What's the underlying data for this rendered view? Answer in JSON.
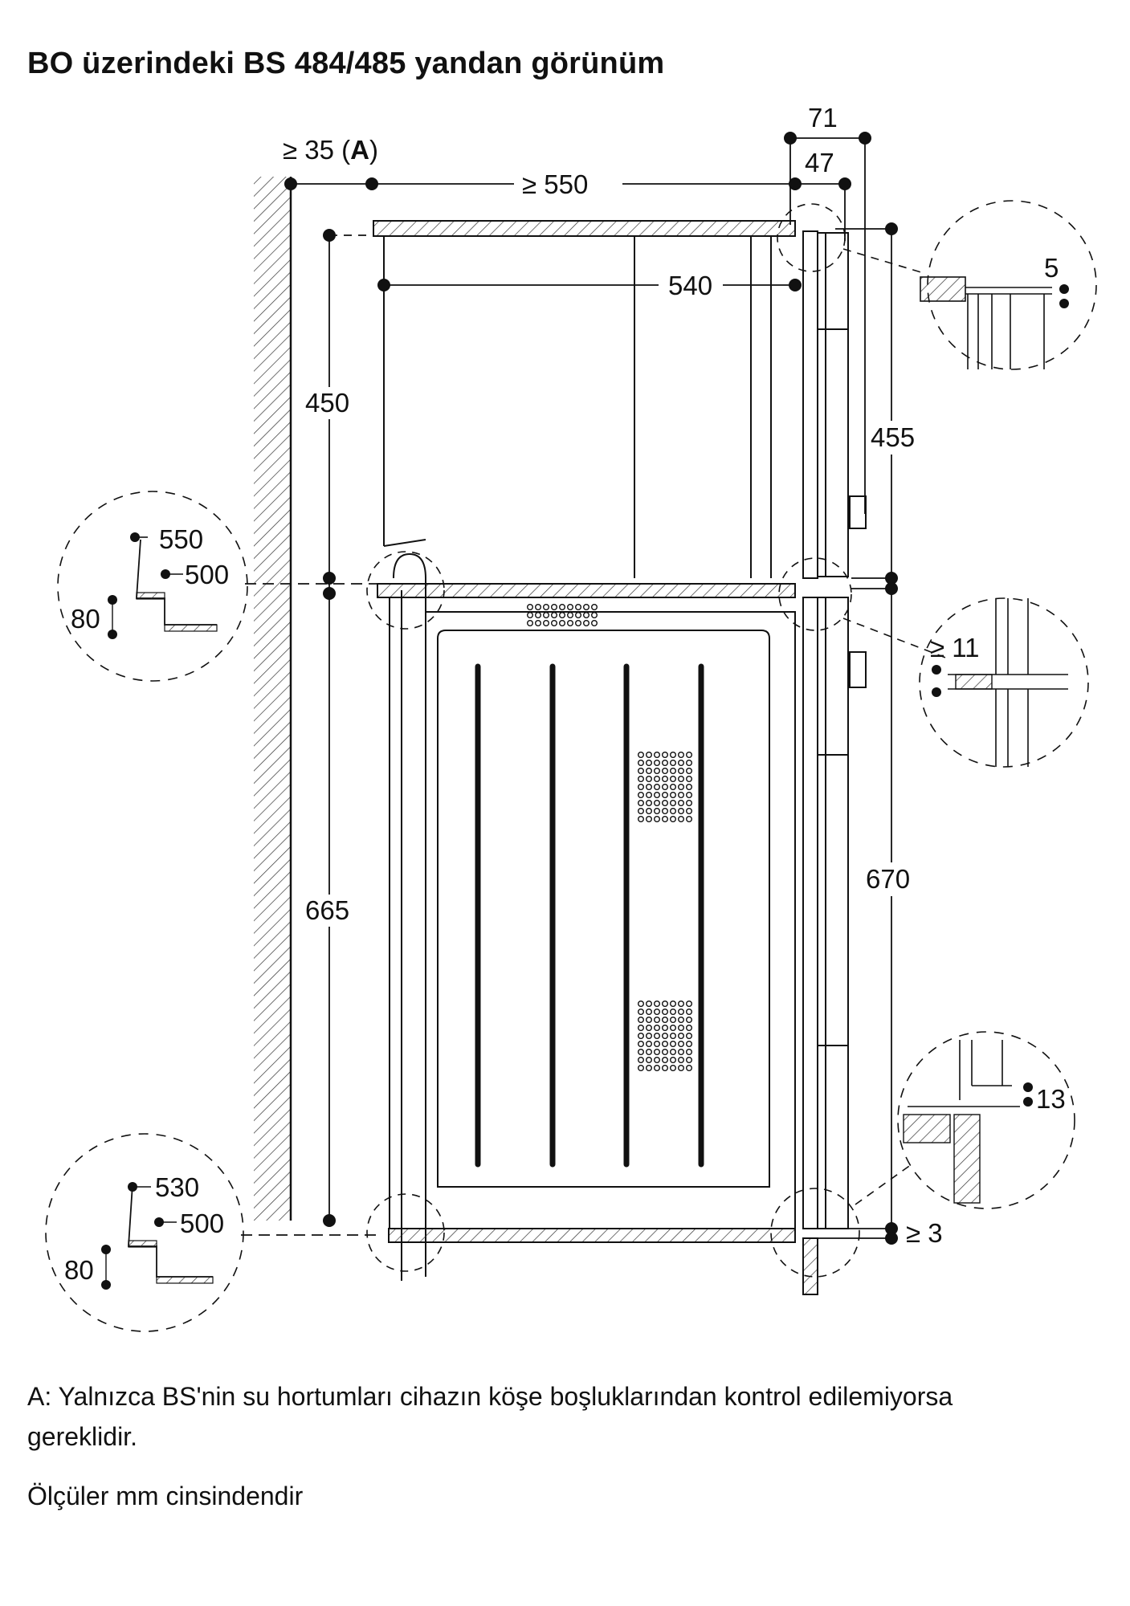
{
  "title": "BO üzerindeki BS 484/485 yandan görünüm",
  "dimensions": {
    "clearance_a": "≥ 35 (",
    "clearance_a_letter": "A",
    "clearance_a_close": ")",
    "depth_min": "≥ 550",
    "depth_540": "540",
    "top_71": "71",
    "top_47": "47",
    "height_450": "450",
    "height_665": "665",
    "height_455": "455",
    "height_670": "670",
    "gap_min_3": "≥ 3"
  },
  "detail_top_right": {
    "gap": "5"
  },
  "detail_mid_right": {
    "gap_min": "≥ 11"
  },
  "detail_low_right": {
    "offset": "13"
  },
  "detail_upper_left": {
    "depth_a": "550",
    "depth_b": "500",
    "step": "80"
  },
  "detail_lower_left": {
    "depth_a": "530",
    "depth_b": "500",
    "step": "80"
  },
  "notes": {
    "note_a": "A: Yalnızca BS'nin su hortumları cihazın köşe boşluklarından kontrol edilemiyorsa gereklidir.",
    "units": "Ölçüler mm cinsindendir"
  },
  "colors": {
    "line": "#111111",
    "hatch": "#333333"
  }
}
